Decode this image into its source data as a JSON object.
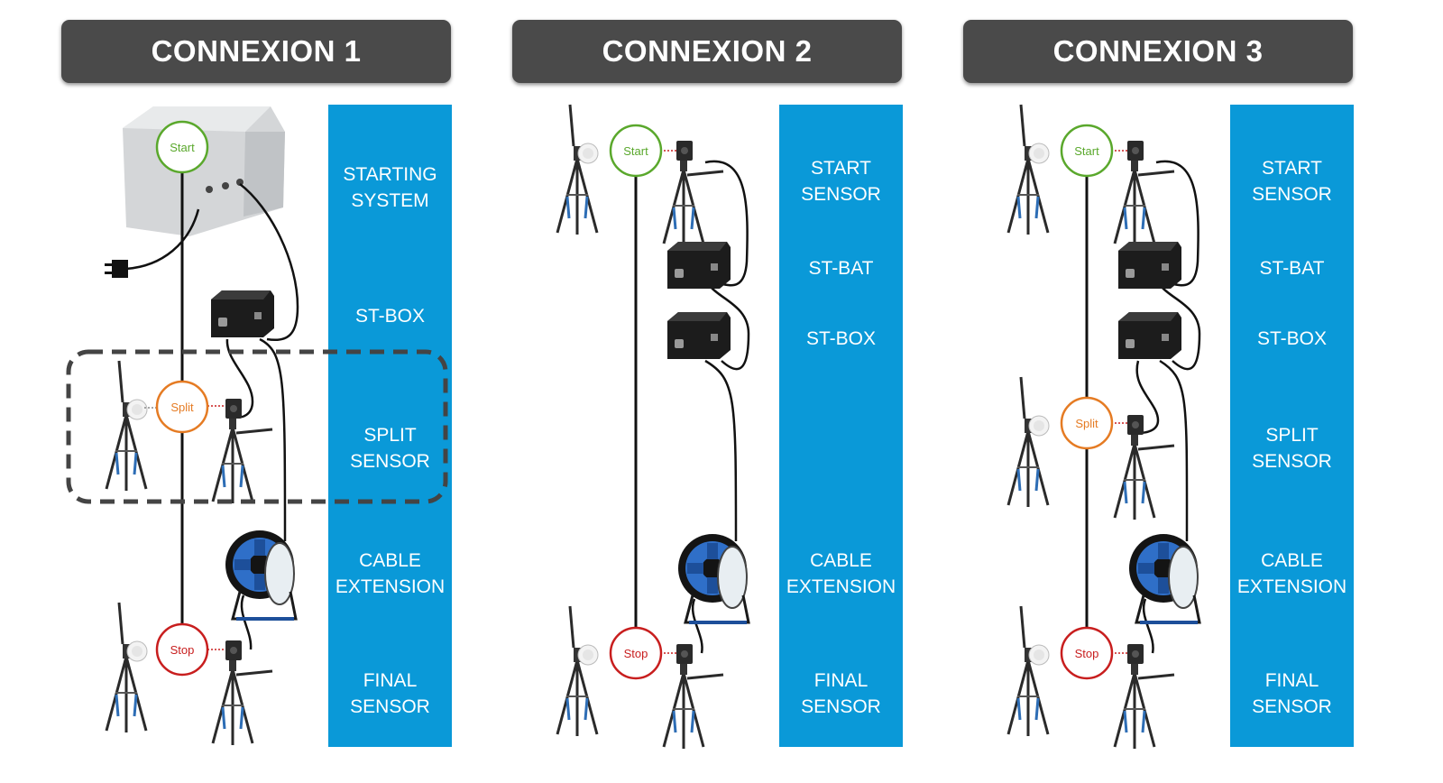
{
  "colors": {
    "header_bg": "#4a4a4a",
    "band_bg": "#0a99d8",
    "start": "#5aa82c",
    "split": "#e57b23",
    "stop": "#c81e1e",
    "reel_blue": "#2f6fc8"
  },
  "columns": [
    {
      "title": "CONNEXION 1",
      "labels": [
        {
          "line1": "STARTING",
          "line2": "SYSTEM"
        },
        {
          "line1": "ST-BOX",
          "line2": ""
        },
        {
          "line1": "SPLIT",
          "line2": "SENSOR"
        },
        {
          "line1": "CABLE",
          "line2": "EXTENSION"
        },
        {
          "line1": "FINAL",
          "line2": "SENSOR"
        }
      ],
      "nodes": {
        "start": "Start",
        "split": "Split",
        "stop": "Stop"
      }
    },
    {
      "title": "CONNEXION 2",
      "labels": [
        {
          "line1": "START",
          "line2": "SENSOR"
        },
        {
          "line1": "ST-BAT",
          "line2": ""
        },
        {
          "line1": "ST-BOX",
          "line2": ""
        },
        {
          "line1": "CABLE",
          "line2": "EXTENSION"
        },
        {
          "line1": "FINAL",
          "line2": "SENSOR"
        }
      ],
      "nodes": {
        "start": "Start",
        "stop": "Stop"
      }
    },
    {
      "title": "CONNEXION 3",
      "labels": [
        {
          "line1": "START",
          "line2": "SENSOR"
        },
        {
          "line1": "ST-BAT",
          "line2": ""
        },
        {
          "line1": "ST-BOX",
          "line2": ""
        },
        {
          "line1": "SPLIT",
          "line2": "SENSOR"
        },
        {
          "line1": "CABLE",
          "line2": "EXTENSION"
        },
        {
          "line1": "FINAL",
          "line2": "SENSOR"
        }
      ],
      "nodes": {
        "start": "Start",
        "split": "Split",
        "stop": "Stop"
      }
    }
  ]
}
